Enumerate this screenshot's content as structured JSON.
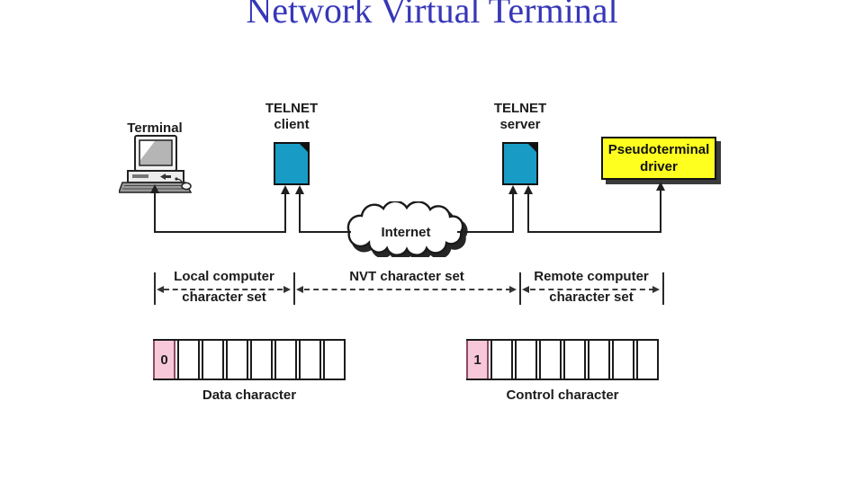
{
  "title": "Network Virtual Terminal",
  "colors": {
    "title_blue": "#3737b8",
    "document_teal": "#189cc5",
    "pseudoterminal_yellow": "#ffff1f",
    "bit_cell_pink": "#f7c7da",
    "line_black": "#1f1f1f"
  },
  "nodes": {
    "terminal": {
      "label": "Terminal"
    },
    "telnet_client": {
      "label_line1": "TELNET",
      "label_line2": "client"
    },
    "telnet_server": {
      "label_line1": "TELNET",
      "label_line2": "server"
    },
    "pseudoterminal": {
      "label_line1": "Pseudoterminal",
      "label_line2": "driver"
    },
    "internet": {
      "label": "Internet"
    }
  },
  "character_sets": {
    "local": {
      "line1": "Local computer",
      "line2": "character set"
    },
    "nvt": {
      "line1": "NVT character set"
    },
    "remote": {
      "line1": "Remote computer",
      "line2": "character set"
    }
  },
  "byte_diagrams": {
    "data": {
      "first_bit": "0",
      "caption": "Data character",
      "cells": 8
    },
    "control": {
      "first_bit": "1",
      "caption": "Control character",
      "cells": 8
    }
  }
}
